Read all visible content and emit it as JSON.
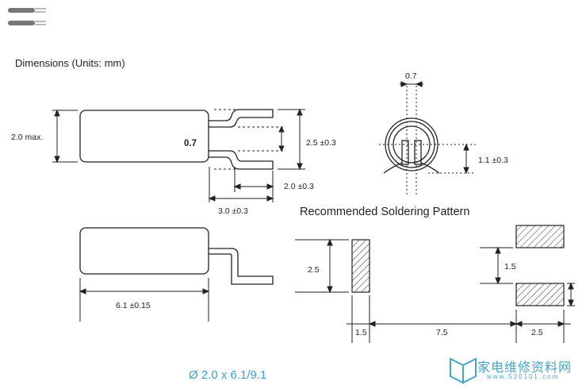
{
  "heading": "Dimensions (Units: mm)",
  "pattern_title": "Recommended Soldering Pattern",
  "caption": "Ø 2.0 x 6.1/9.1",
  "dims": {
    "body_height": "2.0 max.",
    "lead_gap": "0.7",
    "lead_spread": "2.5 ±0.3",
    "lead_bend": "2.0 ±0.3",
    "lead_length": "3.0 ±0.3",
    "end_pitch": "0.7",
    "end_height": "1.1 ±0.3",
    "body_length": "6.1 ±0.15"
  },
  "pattern": {
    "pad_height": "2.5",
    "pad_gap": "1.5",
    "pad_width": "1.5",
    "pad_span": "7.5",
    "right_width": "2.5"
  },
  "watermark": {
    "text": "家电维修资料网",
    "url": "www.520101.com"
  }
}
